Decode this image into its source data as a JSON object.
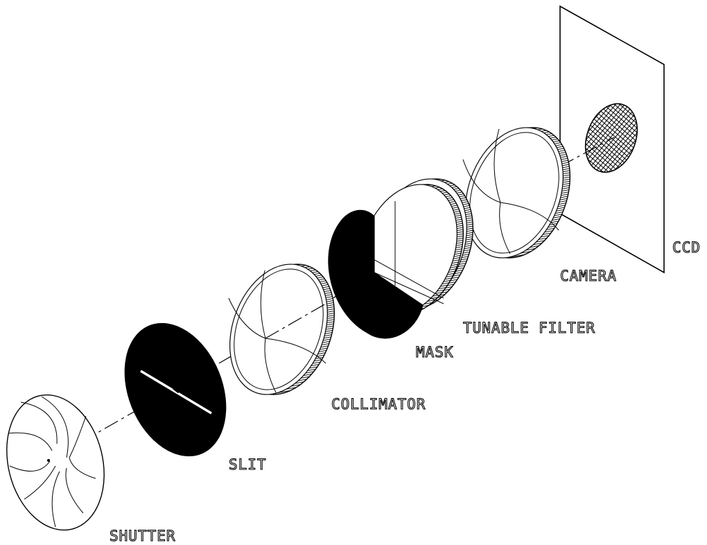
{
  "labels": {
    "shutter": "SHUTTER",
    "slit": "SLIT",
    "collimator": "COLLIMATOR",
    "mask": "MASK",
    "tunable_filter": "TUNABLE FILTER",
    "camera": "CAMERA",
    "ccd": "CCD"
  },
  "colors": {
    "ink": "#000000",
    "paper": "#ffffff"
  }
}
